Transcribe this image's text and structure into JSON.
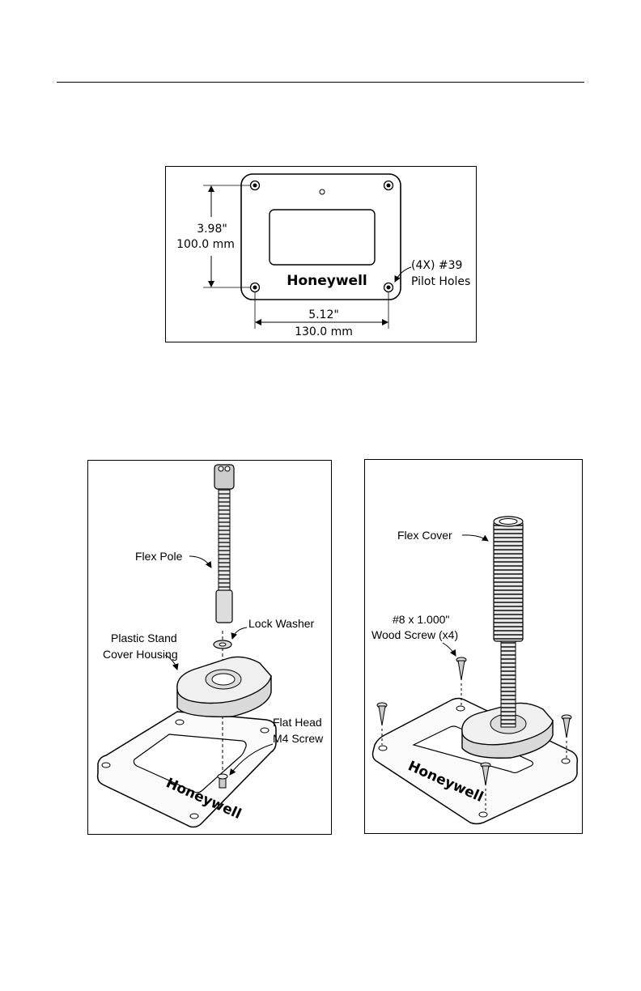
{
  "fig_top": {
    "height_in": "3.98\"",
    "height_mm": "100.0 mm",
    "width_in": "5.12\"",
    "width_mm": "130.0 mm",
    "holes_line1": "(4X) #39",
    "holes_line2": "Pilot Holes",
    "brand": "Honeywell"
  },
  "fig_left": {
    "flex_pole": "Flex Pole",
    "lock_washer": "Lock Washer",
    "cover_line1": "Plastic Stand",
    "cover_line2": "Cover Housing",
    "screw_line1": "Flat Head",
    "screw_line2": "M4 Screw",
    "brand": "Honeywell"
  },
  "fig_right": {
    "flex_cover": "Flex Cover",
    "wood_line1": "#8 x 1.000\"",
    "wood_line2": "Wood Screw (x4)",
    "brand": "Honeywell"
  }
}
